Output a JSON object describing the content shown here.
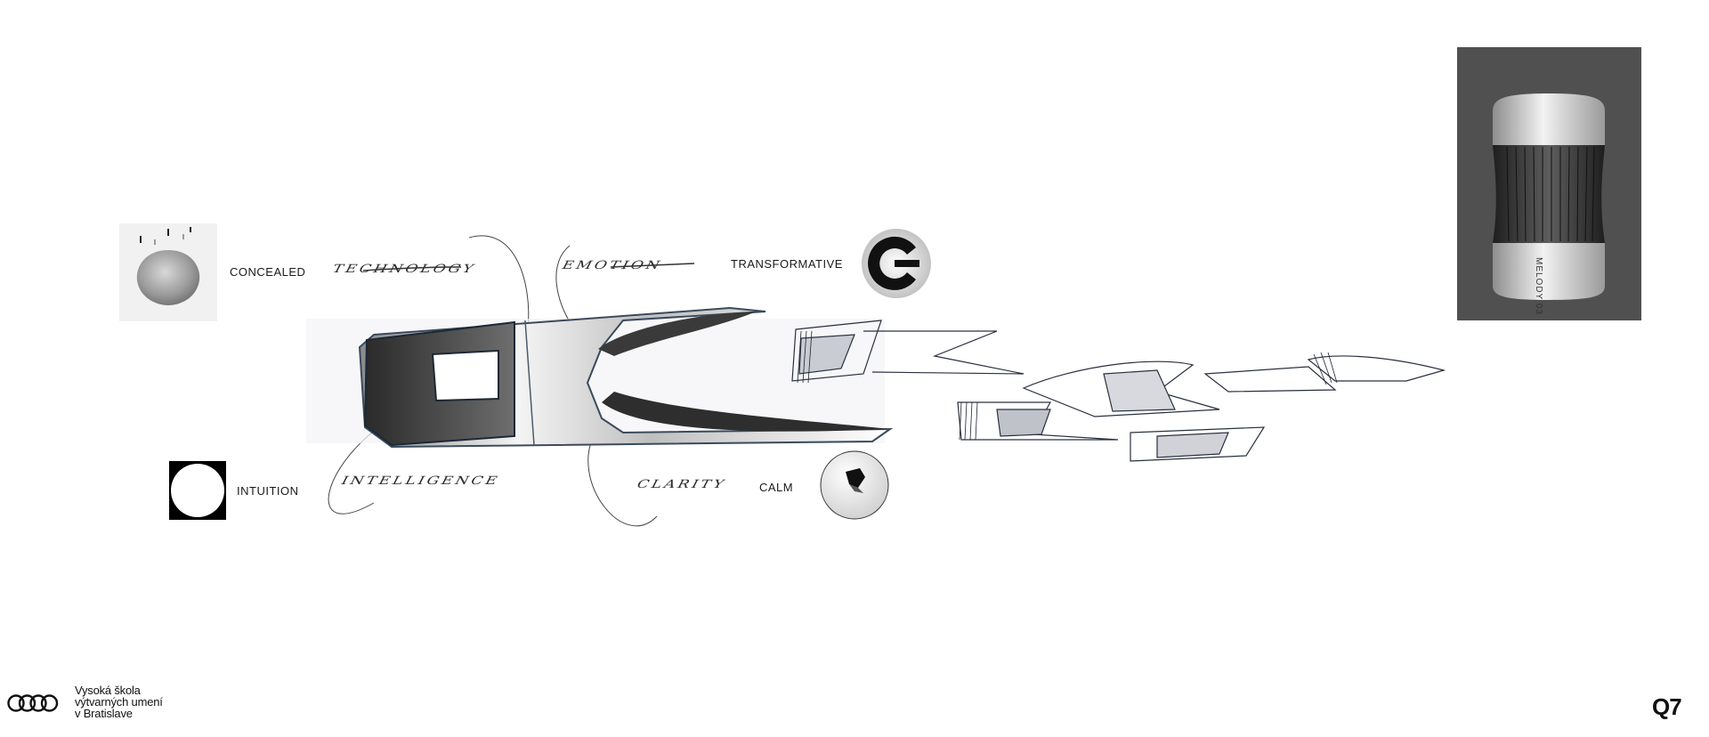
{
  "concepts": {
    "concealed": "CONCEALED",
    "transformative": "TRANSFORMATIVE",
    "intuition": "INTUITION",
    "calm": "CALM"
  },
  "sketch_words": {
    "technology": "Technology",
    "emotion": "Emotion",
    "intelligence": "Intelligence",
    "clarity": "Clarity"
  },
  "product": {
    "label": "MELODY 03"
  },
  "footer": {
    "school_line1": "Vysoká škola",
    "school_line2": "výtvarných umení",
    "school_line3": "v Bratislave",
    "brand": "Q7"
  },
  "icons": {
    "logo": "four-rings-logo-icon"
  }
}
